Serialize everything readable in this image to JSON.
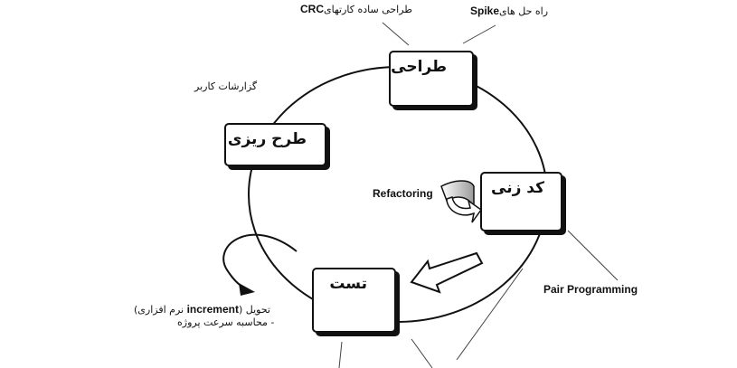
{
  "diagram": {
    "stages": {
      "design": "طراحی",
      "coding": "کد زنی",
      "test": "تست",
      "planning": "طرح ریزی"
    },
    "annotations": {
      "crc_prefix": "طراحی ساده کارتهای",
      "crc_term": "CRC",
      "spike_prefix": "راه حل های",
      "spike_term": "Spike",
      "user_stories": "گزارشات کاربر",
      "refactoring": "Refactoring",
      "pair_programming": "Pair Programming",
      "delivery_prefix": "تحویل (",
      "delivery_term": "increment",
      "delivery_suffix": "نرم افزاری)",
      "velocity": "- محاسبه سرعت پروژه"
    }
  }
}
